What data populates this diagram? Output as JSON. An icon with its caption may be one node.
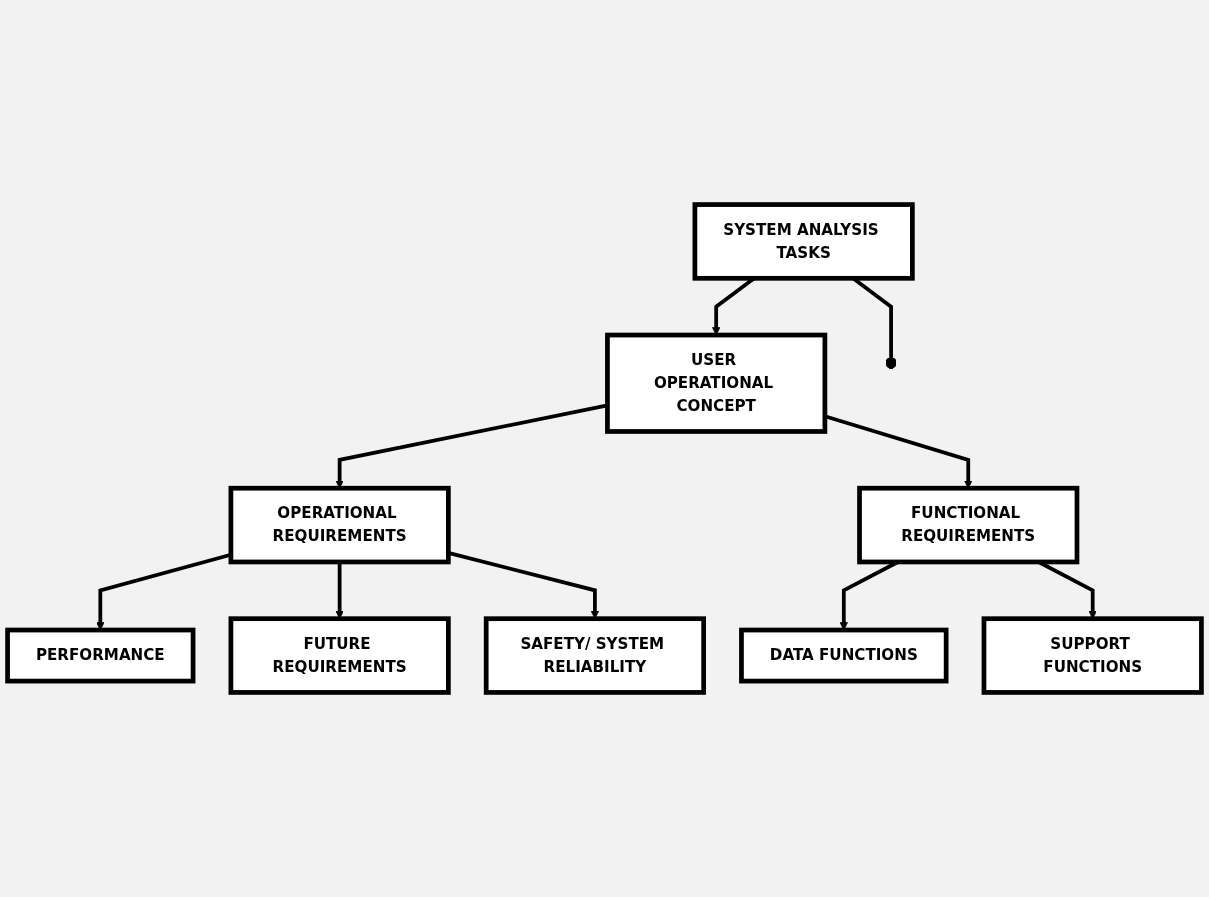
{
  "diagram": {
    "nodes": [
      {
        "text": [
          "SYSTEM ANALYSIS TASKS"
        ]
      },
      {
        "text": [
          "USER OPERATIONAL CONCEPT"
        ]
      },
      {
        "text": [
          "OPERATIONAL REQUIREMENTS"
        ]
      },
      {
        "text": [
          "FUNCTIONAL REQUIREMENTS"
        ]
      },
      {
        "text": [
          "PERFORMANCE"
        ]
      },
      {
        "text": [
          "SAFETY/ SYSTEM RELIABILITY"
        ]
      },
      {
        "text": [
          "DATA FUNCTIONS"
        ]
      },
      {
        "text": [
          "SUPPORT FUNCTIONS"
        ]
      },
      {
        "text": [
          "FUTURE REQUIREMENTS"
        ]
      }
    ],
    "edges": [
      {
        "from": 0,
        "to": null,
        "arrow": "other"
      },
      {
        "from": 0,
        "to": 1,
        "arrow": "to"
      },
      {
        "from": 1,
        "to": 2,
        "arrow": "to"
      },
      {
        "from": 1,
        "to": 3,
        "arrow": "to"
      },
      {
        "from": 2,
        "to": 4,
        "arrow": "to"
      },
      {
        "from": 2,
        "to": 8,
        "arrow": "to"
      },
      {
        "from": 2,
        "to": 5,
        "arrow": "to"
      },
      {
        "from": 3,
        "to": 6,
        "arrow": "to"
      },
      {
        "from": 3,
        "to": 7,
        "arrow": "to"
      }
    ]
  }
}
